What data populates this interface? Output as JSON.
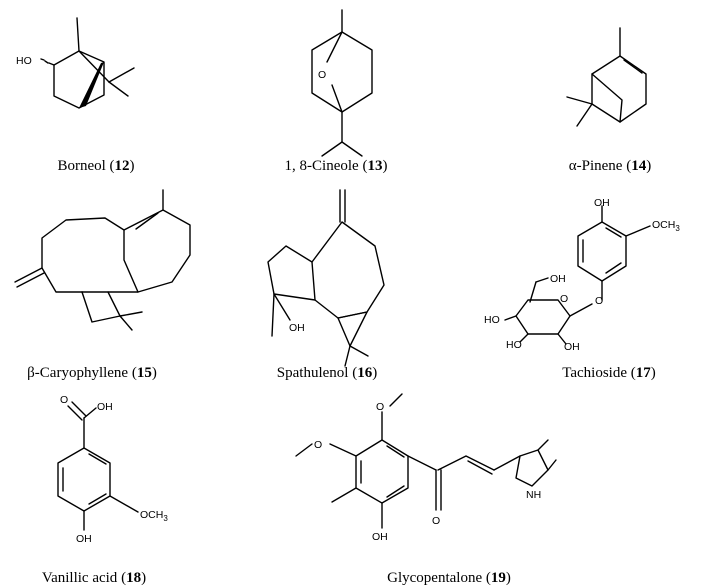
{
  "compounds": [
    {
      "id": "borneol",
      "name": "Borneol",
      "number": "12"
    },
    {
      "id": "cineole",
      "name": "1, 8-Cineole",
      "number": "13"
    },
    {
      "id": "pinene",
      "name": "α-Pinene",
      "number": "14"
    },
    {
      "id": "caryophyllene",
      "name": "β-Caryophyllene",
      "number": "15"
    },
    {
      "id": "spathulenol",
      "name": "Spathulenol",
      "number": "16"
    },
    {
      "id": "tachioside",
      "name": "Tachioside",
      "number": "17"
    },
    {
      "id": "vanillic",
      "name": "Vanillic acid",
      "number": "18"
    },
    {
      "id": "glycopentalone",
      "name": "Glycopentalone",
      "number": "19"
    }
  ],
  "atoms": {
    "ho": "HO",
    "o": "O",
    "oh": "OH",
    "och3": "OCH",
    "sub3": "3",
    "nh": "NH"
  }
}
